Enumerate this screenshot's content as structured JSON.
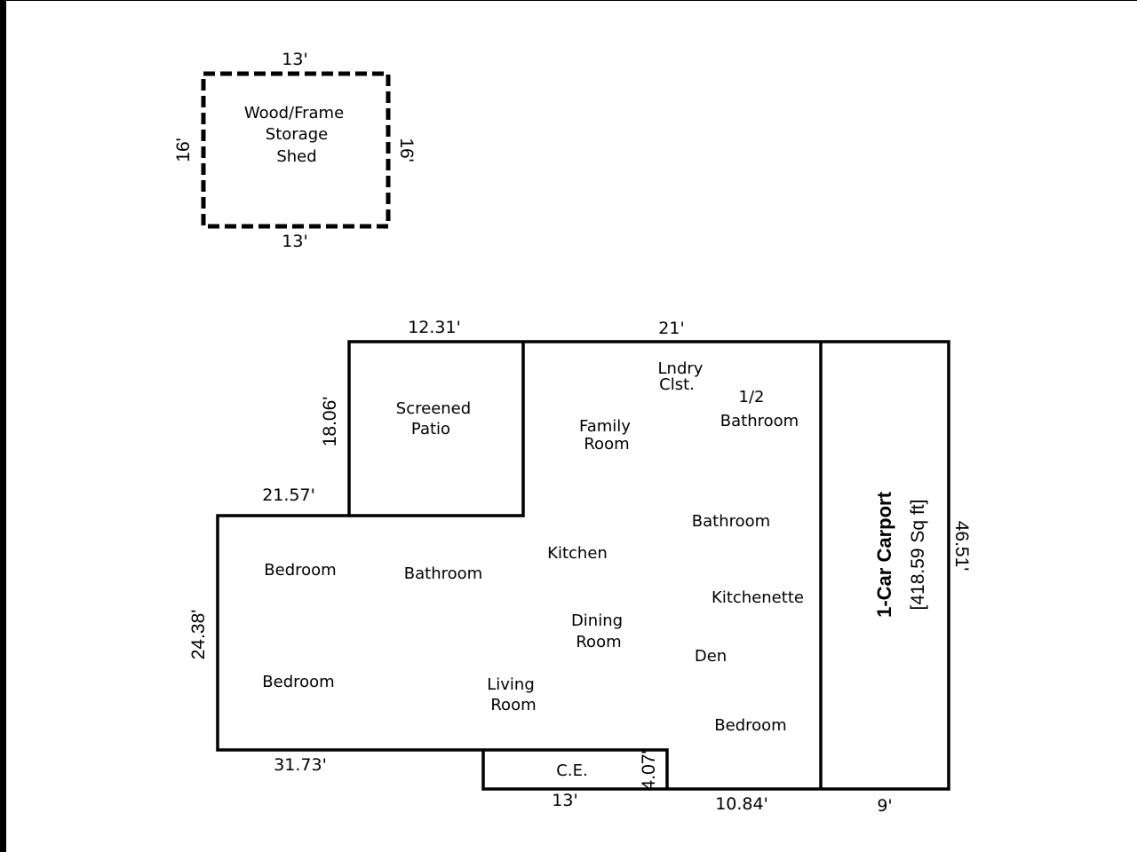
{
  "shed": {
    "label_lines": [
      "Wood/Frame",
      "Storage",
      "Shed"
    ],
    "dim_top": "13'",
    "dim_bottom": "13'",
    "dim_left": "16'",
    "dim_right": "16'"
  },
  "house": {
    "dimensions": {
      "top_patio": "12.31'",
      "top_main": "21'",
      "patio_left": "18.06'",
      "step_left": "21.57'",
      "left": "24.38'",
      "bottom_left": "31.73'",
      "ce_bottom": "13'",
      "ce_side": "4.07'",
      "bottom_right": "10.84'",
      "carport_bottom": "9'",
      "right": "46.51'"
    },
    "rooms": {
      "screened_patio": [
        "Screened",
        "Patio"
      ],
      "lndry_clst": [
        "Lndry",
        "Clst."
      ],
      "half_bath": [
        "1/2",
        "Bathroom"
      ],
      "family_room": [
        "Family",
        "Room"
      ],
      "bathroom_1": "Bathroom",
      "bedroom_1": "Bedroom",
      "bathroom_2": "Bathroom",
      "kitchen": "Kitchen",
      "kitchenette": "Kitchenette",
      "dining_room": [
        "Dining",
        "Room"
      ],
      "den": "Den",
      "bedroom_2": "Bedroom",
      "living_room": [
        "Living",
        "Room"
      ],
      "bedroom_3": "Bedroom",
      "ce": "C.E."
    },
    "carport": {
      "title": "1-Car Carport",
      "area": "[418.59 Sq ft]"
    }
  }
}
